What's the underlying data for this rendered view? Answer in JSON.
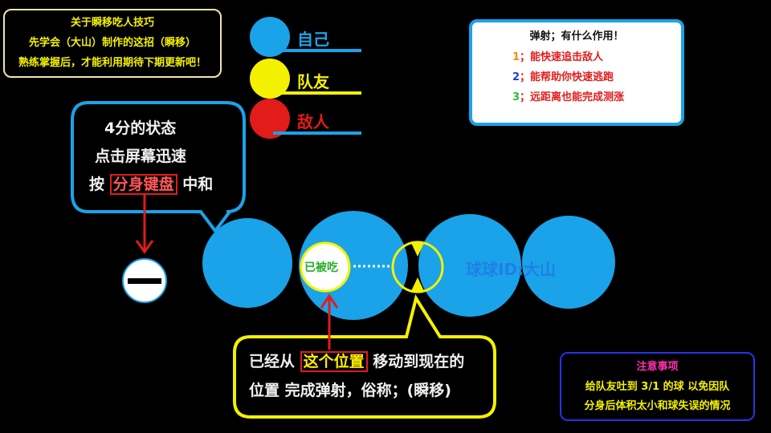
{
  "intro": {
    "title": "关于瞬移吃人技巧",
    "line1": "先学会（大山）制作的这招（瞬移）",
    "line2": "熟练掌握后，才能利用期待下期更新吧！"
  },
  "legend": {
    "items": [
      {
        "label": "自己",
        "color": "#1aa3e8"
      },
      {
        "label": "队友",
        "color": "#f4f100"
      },
      {
        "label": "敌人",
        "color": "#e21b1b"
      }
    ]
  },
  "use_info": {
    "title": "弹射；有什么作用！",
    "items": [
      {
        "num": "1",
        "text": "；能快速追击敌人"
      },
      {
        "num": "2",
        "text": "；能帮助你快速逃跑"
      },
      {
        "num": "3",
        "text": "；远距离也能完成测涨"
      }
    ]
  },
  "split_callout": {
    "line1": "4分的状态",
    "line2": "点击屏幕迅速",
    "line3_prefix": "按",
    "line3_highlight": "分身键盘",
    "line3_suffix": "中和"
  },
  "diagram": {
    "eaten_label": "已被吃",
    "player_id": "球球ID:大山"
  },
  "bottom_callout": {
    "line1_prefix": "已经从",
    "line1_highlight": "这个位置",
    "line1_suffix": "移动到现在的",
    "line2": "位置 完成弹射，俗称；(瞬移)"
  },
  "notes": {
    "title": "注意事项",
    "line1": "给队友吐到 3/1 的球 以免因队",
    "line2": "分身后体积太小和球失误的情况"
  },
  "colors": {
    "self_blue": "#1aa3e8",
    "teammate_yellow": "#f4f100",
    "enemy_red": "#e21b1b",
    "background": "#000000"
  }
}
